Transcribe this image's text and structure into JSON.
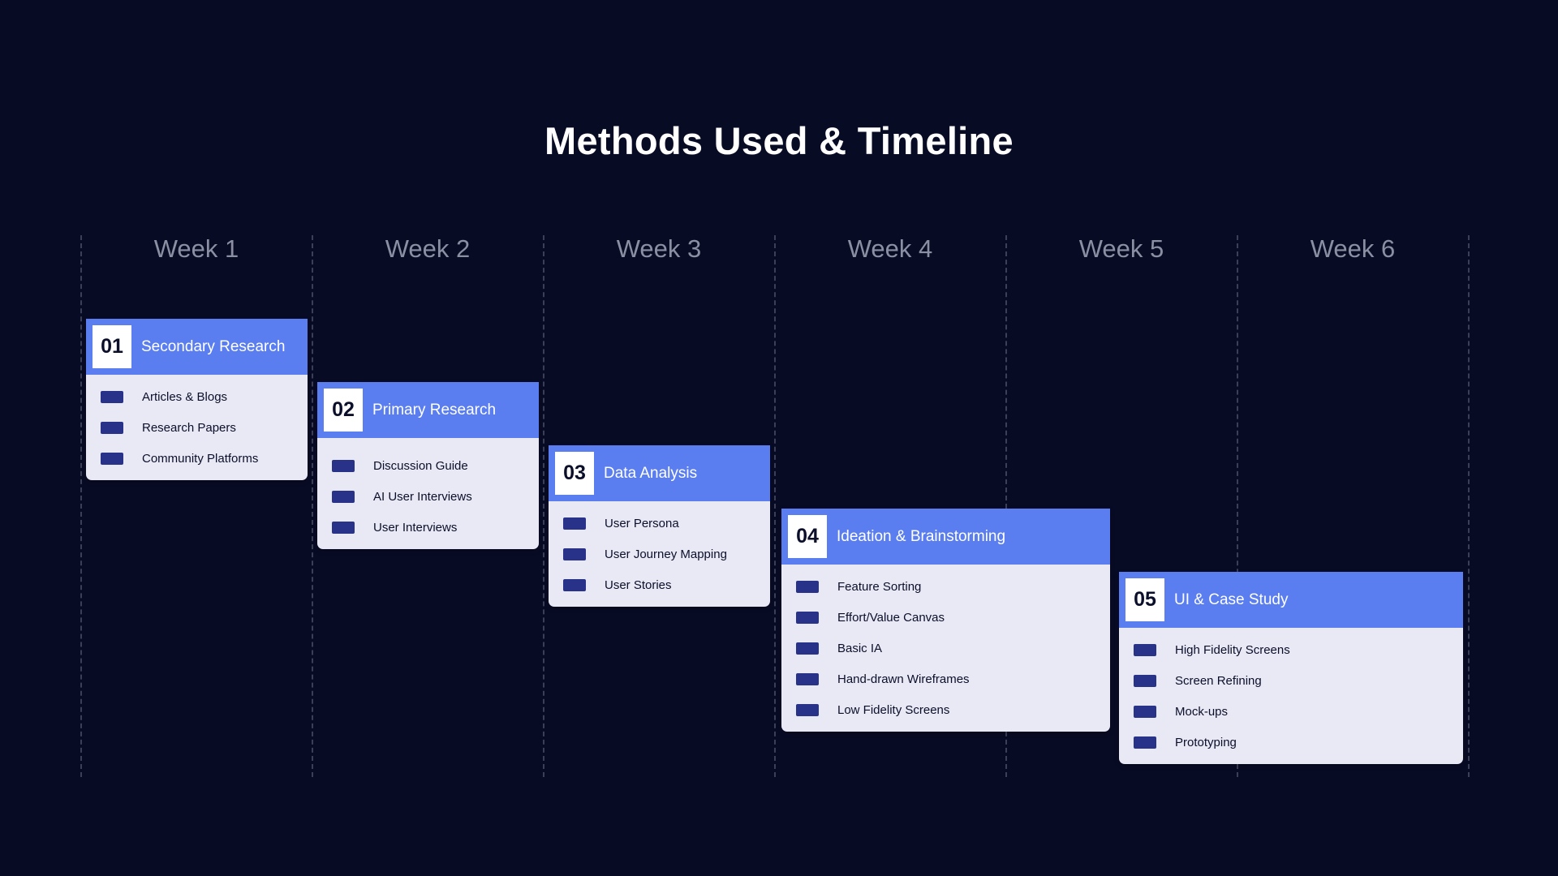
{
  "title": "Methods Used & Timeline",
  "weeks": [
    "Week 1",
    "Week 2",
    "Week 3",
    "Week 4",
    "Week 5",
    "Week 6"
  ],
  "colors": {
    "background": "#080b24",
    "card_header": "#5a7df0",
    "card_body": "#e9e9f5",
    "bullet": "#283289",
    "week_label": "#8b8fa3",
    "grid_line": "#3b3f57"
  },
  "phases": [
    {
      "number": "01",
      "title": "Secondary Research",
      "items": [
        "Articles & Blogs",
        "Research Papers",
        "Community Platforms"
      ]
    },
    {
      "number": "02",
      "title": "Primary Research",
      "items": [
        "Discussion Guide",
        "AI User Interviews",
        "User Interviews"
      ]
    },
    {
      "number": "03",
      "title": "Data Analysis",
      "items": [
        "User Persona",
        "User Journey Mapping",
        "User Stories"
      ]
    },
    {
      "number": "04",
      "title": "Ideation & Brainstorming",
      "items": [
        "Feature Sorting",
        "Effort/Value Canvas",
        "Basic IA",
        "Hand-drawn Wireframes",
        "Low Fidelity Screens"
      ]
    },
    {
      "number": "05",
      "title": "UI & Case Study",
      "items": [
        "High Fidelity Screens",
        "Screen Refining",
        "Mock-ups",
        "Prototyping"
      ]
    }
  ]
}
